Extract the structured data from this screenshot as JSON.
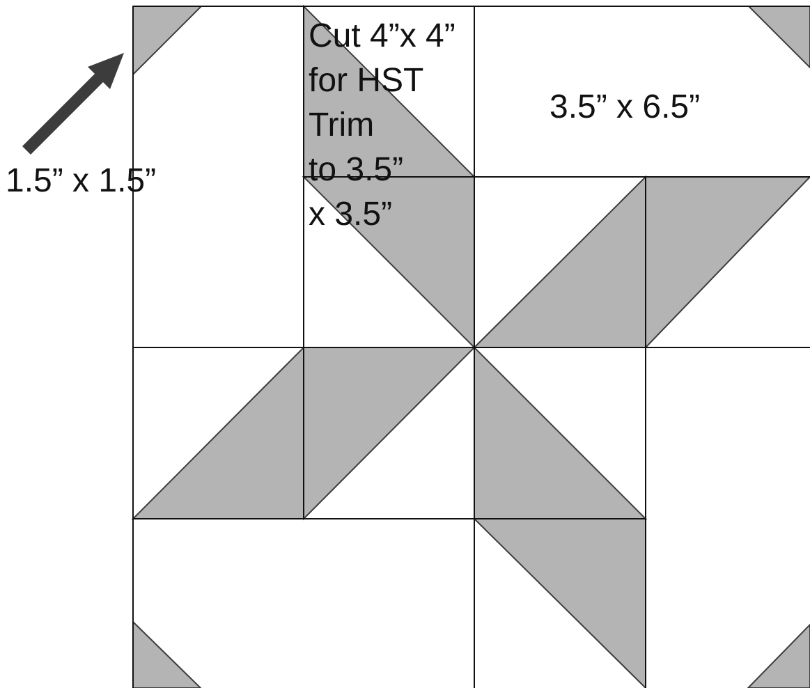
{
  "diagram": {
    "title": "",
    "colors": {
      "fill": "#b4b4b4",
      "stroke": "#3c3c3c",
      "grid_line": "#111111",
      "background": "#ffffff",
      "arrow": "#3c3c3c"
    },
    "labels": {
      "hst_line1": "Cut 4”x 4”",
      "hst_line2": "for HST",
      "hst_line3": "Trim",
      "hst_line4": "to 3.5”",
      "hst_line5": "x 3.5”",
      "rectangle": "3.5” x 6.5”",
      "corner_square": "1.5” x 1.5”"
    },
    "pieces": [
      {
        "kind": "half-square-triangle",
        "count": 8
      },
      {
        "kind": "rectangle",
        "count": 4
      },
      {
        "kind": "corner-square-triangle",
        "count": 4
      }
    ]
  }
}
